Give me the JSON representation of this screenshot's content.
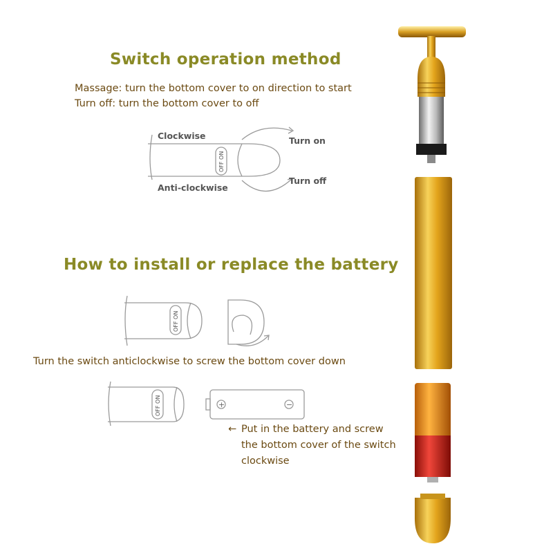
{
  "switch_section": {
    "title": "Switch operation method",
    "line1": "Massage: turn the bottom cover to on direction to start",
    "line2": "Turn off: turn the bottom cover to off",
    "diagram": {
      "clockwise": "Clockwise",
      "anti_clockwise": "Anti-clockwise",
      "turn_on": "Turn on",
      "turn_off": "Turn off",
      "switch_text": "OFF ON"
    }
  },
  "battery_section": {
    "title": "How to install or replace the battery",
    "step1": "Turn the switch anticlockwise to screw the bottom cover down",
    "step2_arrow": "←",
    "step2_line1": "Put in the battery and screw",
    "step2_line2": "the bottom cover of the switch",
    "step2_line3": "clockwise",
    "battery_plus": "+",
    "battery_minus": "−",
    "switch_text": "OFF ON"
  },
  "colors": {
    "heading": "#8a8a26",
    "body_text": "#6b4a12",
    "gold": "#e0a21c",
    "battery_red": "#d8261a"
  }
}
